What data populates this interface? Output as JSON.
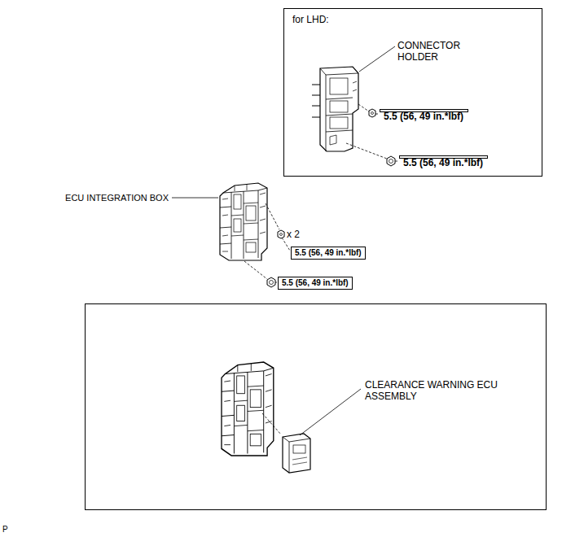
{
  "diagram": {
    "nodes": [
      {
        "text": [
          "for LHD:"
        ]
      },
      {
        "text": [
          "5.5 (56, 49 in.*lbf)"
        ],
        "in": 0
      },
      {
        "text": [
          "5.5 (56, 49 in.*lbf)"
        ],
        "in": 0
      },
      {
        "text": [
          "5.5 (56, 49 in.*lbf)"
        ]
      },
      {
        "text": [
          "5.5 (56, 49 in.*lbf)"
        ]
      },
      {
        "text": [
          "CLEARANCE WARNING ECU ASSEMBLY"
        ]
      }
    ],
    "labels": [
      "CONNECTOR HOLDER",
      "ECU INTEGRATION BOX",
      "x 2",
      "P"
    ]
  }
}
